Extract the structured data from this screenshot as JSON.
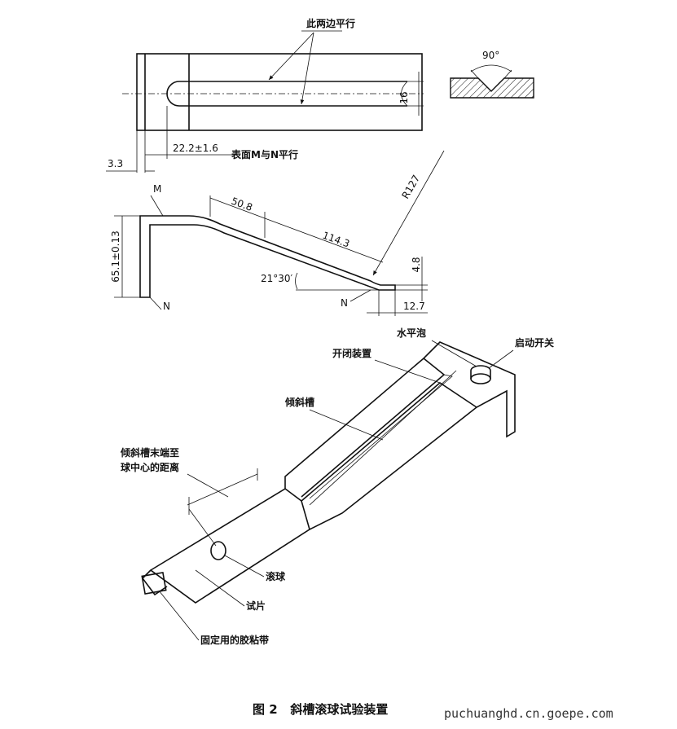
{
  "top_view": {
    "parallel_note": "此两边平行",
    "angle": "90°",
    "width_dim": "16",
    "length_dim": "22.2±1.6",
    "surface_note": "表面M与N平行",
    "offset_dim": "3.3"
  },
  "side_view": {
    "label_m": "M",
    "dim_straight": "50.8",
    "radius": "R127",
    "dim_slope": "114.3",
    "height_dim": "65.1±0.13",
    "tip_height": "4.8",
    "angle": "21°30′",
    "label_n_left": "N",
    "label_n_right": "N",
    "tip_length": "12.7"
  },
  "iso_view": {
    "level_bubble": "水平泡",
    "start_switch": "启动开关",
    "gate": "开闭装置",
    "chute": "倾斜槽",
    "distance_line1": "倾斜槽末端至",
    "distance_line2": "球中心的距离",
    "ball": "滚球",
    "specimen": "试片",
    "tape": "固定用的胶粘带"
  },
  "caption": "图 2   斜槽滚球试验装置",
  "watermark": "puchuanghd.cn.goepe.com"
}
